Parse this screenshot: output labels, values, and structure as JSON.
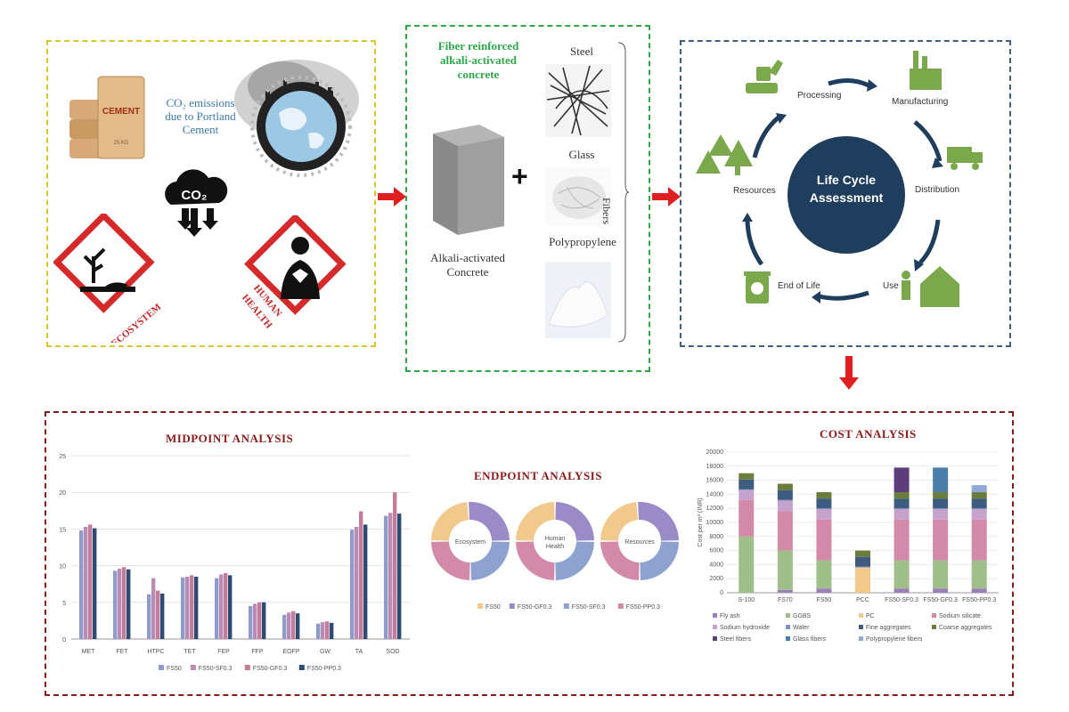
{
  "co2_panel": {
    "emission_text_1": "CO₂ emissions",
    "emission_text_2": "due to Portland",
    "emission_text_3": "Cement",
    "cement_bag_label": "CEMENT",
    "cement_bag_weight": "25 KG",
    "cloud_label": "CO₂",
    "ecosystem_label": "ECOSYSTEM",
    "human_health_label_1": "HUMAN",
    "human_health_label_2": "HEALTH"
  },
  "fiber_panel": {
    "title_1": "Fiber reinforced",
    "title_2": "alkali-activated",
    "title_3": "concrete",
    "concrete_label_1": "Alkali-activated",
    "concrete_label_2": "Concrete",
    "plus": "+",
    "fiber_steel": "Steel",
    "fiber_glass": "Glass",
    "fiber_pp": "Polypropylene",
    "fibers_label": "Fibers"
  },
  "lca_panel": {
    "center_1": "Life Cycle",
    "center_2": "Assessment",
    "stages": {
      "processing": "Processing",
      "manufacturing": "Manufacturing",
      "distribution": "Distribution",
      "use": "Use",
      "end_of_life": "End of Life",
      "resources": "Resources"
    },
    "colors": {
      "circle": "#1f3d5c",
      "icons": "#7aa84a",
      "arrows": "#1f3d5c"
    }
  },
  "midpoint": {
    "title": "MIDPOINT ANALYSIS",
    "chart_data": {
      "type": "bar",
      "categories": [
        "MET",
        "FET",
        "HTPC",
        "TET",
        "FEP",
        "FFP",
        "EOFP",
        "GW",
        "TA",
        "SOD"
      ],
      "ylim": [
        0,
        25
      ],
      "yticks": [
        "0",
        "5",
        "10",
        "15",
        "20",
        "25"
      ],
      "series": [
        {
          "name": "FS50",
          "color": "#8e9bcb",
          "values": [
            14.8,
            9.3,
            6.1,
            8.4,
            8.3,
            4.5,
            3.3,
            2.1,
            14.9,
            16.8
          ]
        },
        {
          "name": "FS50-SF0.3",
          "color": "#b98cb5",
          "values": [
            15.3,
            9.6,
            8.3,
            8.5,
            8.8,
            4.8,
            3.6,
            2.3,
            15.3,
            17.2
          ]
        },
        {
          "name": "FS50-GF0.3",
          "color": "#c47d99",
          "values": [
            15.6,
            9.8,
            6.6,
            8.7,
            9.0,
            5.0,
            3.8,
            2.4,
            17.4,
            20.0
          ]
        },
        {
          "name": "FS50-PP0.3",
          "color": "#2d4c73",
          "values": [
            15.1,
            9.5,
            6.2,
            8.5,
            8.7,
            5.0,
            3.5,
            2.2,
            15.6,
            17.1
          ]
        }
      ]
    }
  },
  "endpoint": {
    "title": "ENDPOINT ANALYSIS",
    "donuts": [
      {
        "label_1": "Ecosystem",
        "label_2": ""
      },
      {
        "label_1": "Human",
        "label_2": "Health"
      },
      {
        "label_1": "Resources",
        "label_2": ""
      }
    ],
    "chart_data": {
      "type": "pie",
      "series": [
        {
          "name": "FS50",
          "color": "#f2c98c"
        },
        {
          "name": "FS50-GF0.3",
          "color": "#9a8bc6"
        },
        {
          "name": "FS50-SF0.3",
          "color": "#8ea2cf"
        },
        {
          "name": "FS50-PP0.3",
          "color": "#d38aa9"
        }
      ],
      "values": [
        [
          24,
          26,
          25,
          25
        ],
        [
          25,
          25,
          25,
          25
        ],
        [
          24,
          26,
          25,
          25
        ]
      ]
    }
  },
  "cost": {
    "title": "COST ANALYSIS",
    "y_label": "Cost per m³ (INR)",
    "chart_data": {
      "type": "bar",
      "stacked": true,
      "categories": [
        "S-100",
        "FS70",
        "FS50",
        "PCC",
        "FS50-SF0.3",
        "FS50-GF0.3",
        "FS50-PP0.3"
      ],
      "ylim": [
        0,
        20000
      ],
      "yticks": [
        "0",
        "2000",
        "4000",
        "6000",
        "8000",
        "10000",
        "12000",
        "14000",
        "16000",
        "18000",
        "20000"
      ],
      "series": [
        {
          "name": "Fly ash",
          "color": "#9b7fb8",
          "values": [
            0,
            400,
            600,
            0,
            600,
            600,
            600
          ]
        },
        {
          "name": "GGBS",
          "color": "#9fbf8a",
          "values": [
            8000,
            5600,
            4000,
            0,
            4000,
            4000,
            4000
          ]
        },
        {
          "name": "PC",
          "color": "#f2c98c",
          "values": [
            0,
            0,
            0,
            3600,
            0,
            0,
            0
          ]
        },
        {
          "name": "Sodium silicate",
          "color": "#d38aa9",
          "values": [
            5200,
            5600,
            5800,
            0,
            5800,
            5800,
            5800
          ]
        },
        {
          "name": "Sodium hydroxide",
          "color": "#c4a2cc",
          "values": [
            1400,
            1500,
            1500,
            0,
            1500,
            1500,
            1500
          ]
        },
        {
          "name": "Water",
          "color": "#7e93c4",
          "values": [
            100,
            100,
            100,
            100,
            100,
            100,
            100
          ]
        },
        {
          "name": "Fine aggregates",
          "color": "#3d5c80",
          "values": [
            1400,
            1400,
            1400,
            1400,
            1400,
            1400,
            1400
          ]
        },
        {
          "name": "Coarse aggregates",
          "color": "#6b7d3a",
          "values": [
            900,
            900,
            900,
            900,
            900,
            900,
            900
          ]
        },
        {
          "name": "Steel fibers",
          "color": "#5a3f7a",
          "values": [
            0,
            0,
            0,
            0,
            3500,
            0,
            0
          ]
        },
        {
          "name": "Glass fibers",
          "color": "#4a7ca8",
          "values": [
            0,
            0,
            0,
            0,
            0,
            3500,
            0
          ]
        },
        {
          "name": "Polypropylene fibers",
          "color": "#8fa8d6",
          "values": [
            0,
            0,
            0,
            0,
            0,
            0,
            1000
          ]
        }
      ]
    }
  }
}
